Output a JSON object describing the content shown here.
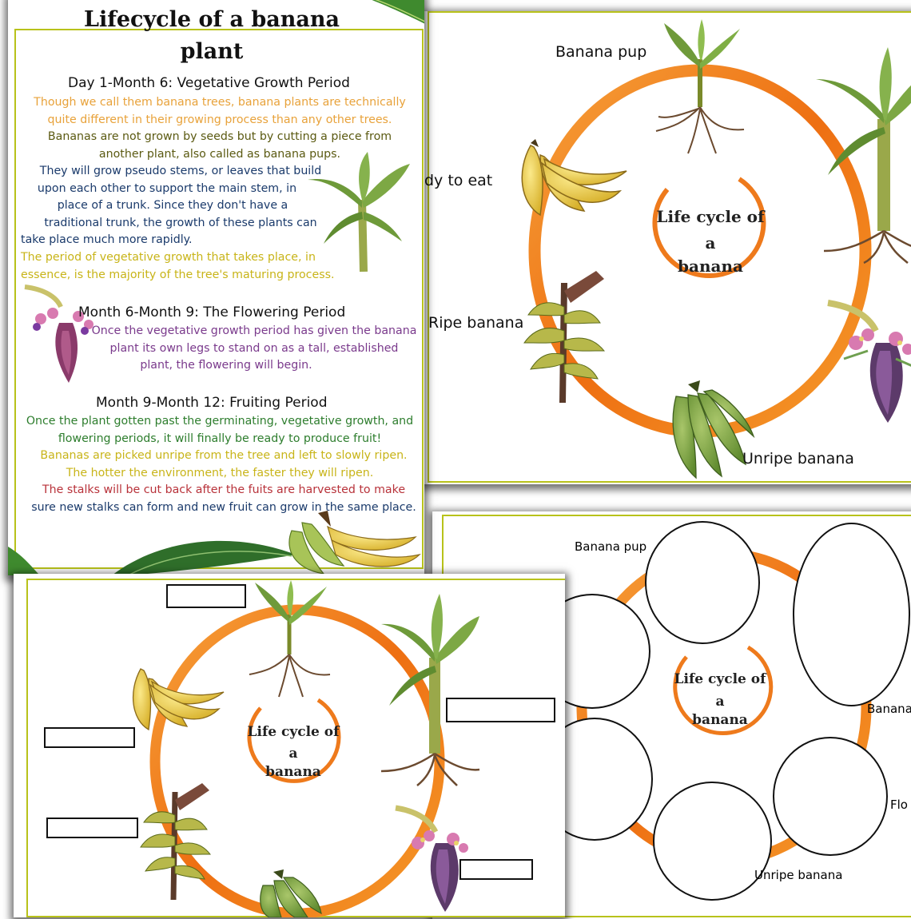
{
  "info_sheet": {
    "title_line1": "Lifecycle of a banana",
    "title_line2": "plant",
    "section1": {
      "heading": "Day 1-Month 6: Vegetative Growth Period",
      "lines": [
        "Though we call them banana trees, banana plants are technically",
        "quite different in their growing process than any other trees.",
        "Bananas are not grown by seeds but by cutting a piece from",
        "another plant, also called as banana pups.",
        "They will grow pseudo stems, or leaves that build",
        "upon each other to support the main stem, in",
        "place of a trunk. Since they don't have a",
        "traditional trunk, the growth of these plants can",
        "take place much more rapidly.",
        "The period of vegetative growth that takes place, in",
        "essence, is the majority of the tree's maturing process."
      ]
    },
    "section2": {
      "heading": "Month 6-Month 9: The Flowering Period",
      "lines": [
        "Once the vegetative growth period has given the banana",
        "plant its own legs to stand on as a tall, established",
        "plant, the flowering will begin."
      ]
    },
    "section3": {
      "heading": "Month 9-Month 12: Fruiting Period",
      "lines": [
        "Once the plant gotten past the germinating, vegetative growth, and",
        "flowering periods, it will finally be ready to produce fruit!",
        "Bananas are picked unripe from the tree and left to slowly ripen.",
        "The hotter the environment, the faster they will ripen.",
        "The stalks will be cut back after the fuits are harvested  to make",
        "sure new stalks can form and new fruit can grow in the same place."
      ]
    }
  },
  "cycle_labeled": {
    "center_line1": "Life cycle of",
    "center_line2": "a",
    "center_line3": "banana",
    "labels": {
      "pup": "Banana pup",
      "ready": "dy to eat",
      "ripe": "Ripe banana",
      "unripe": "Unripe banana"
    }
  },
  "cycle_blank": {
    "center_line1": "Life cycle of",
    "center_line2": "a",
    "center_line3": "banana"
  },
  "cycle_bubbles": {
    "center_line1": "Life cycle of",
    "center_line2": "a",
    "center_line3": "banana",
    "labels": {
      "pup": "Banana pup",
      "right_cut": "Banana",
      "flower_cut": "Flo",
      "unripe": "Unripe banana"
    }
  },
  "colors": {
    "frame": "#b8c21a",
    "ring": "#f07f1e",
    "orange_text": "#e8a23a",
    "olive_text": "#5b5a12",
    "navy_text": "#1a3a6b",
    "yellow_text": "#c8b418",
    "purple_text": "#7a3a8c",
    "green_text": "#2d7d2d",
    "red_text": "#b8323a"
  }
}
